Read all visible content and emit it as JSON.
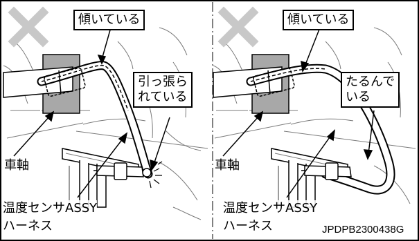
{
  "left_panel": {
    "status_mark": "x-mark-icon",
    "callout_top": "傾いている",
    "callout_side": "引っ張ら\nれている",
    "label_axle": "車軸",
    "label_sensor_line1": "温度センサASSY",
    "label_sensor_line2": "ハーネス"
  },
  "right_panel": {
    "status_mark": "x-mark-icon",
    "callout_top": "傾いている",
    "callout_side": "たるんで\nいる",
    "label_axle": "車軸",
    "label_sensor_line1": "温度センサASSY",
    "label_sensor_line2": "ハーネス"
  },
  "figure_code": "JPDPB2300438G",
  "colors": {
    "mark": "#c8c8c8",
    "block": "#a8a8a8",
    "line": "#000000",
    "sketch": "#7a7a7a"
  }
}
